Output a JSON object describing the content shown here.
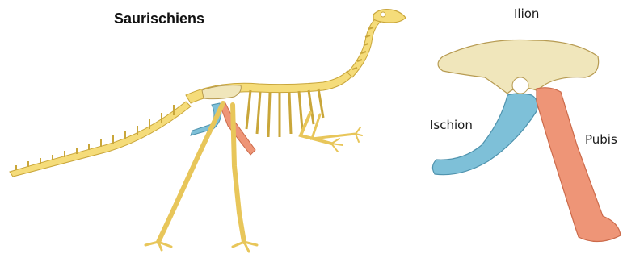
{
  "figure": {
    "title": "Saurischiens",
    "labels": {
      "ilion": "Ilion",
      "ischion": "Ischion",
      "pubis": "Pubis"
    }
  },
  "colors": {
    "bone": "#f5dc7a",
    "bone_outline": "#c9a63a",
    "ilium": "#f0e6bb",
    "ilium_outline": "#b79b52",
    "ischium": "#7ec0d8",
    "ischium_outline": "#4f93ae",
    "pubis": "#ee9577",
    "pubis_outline": "#cc6a4a"
  }
}
